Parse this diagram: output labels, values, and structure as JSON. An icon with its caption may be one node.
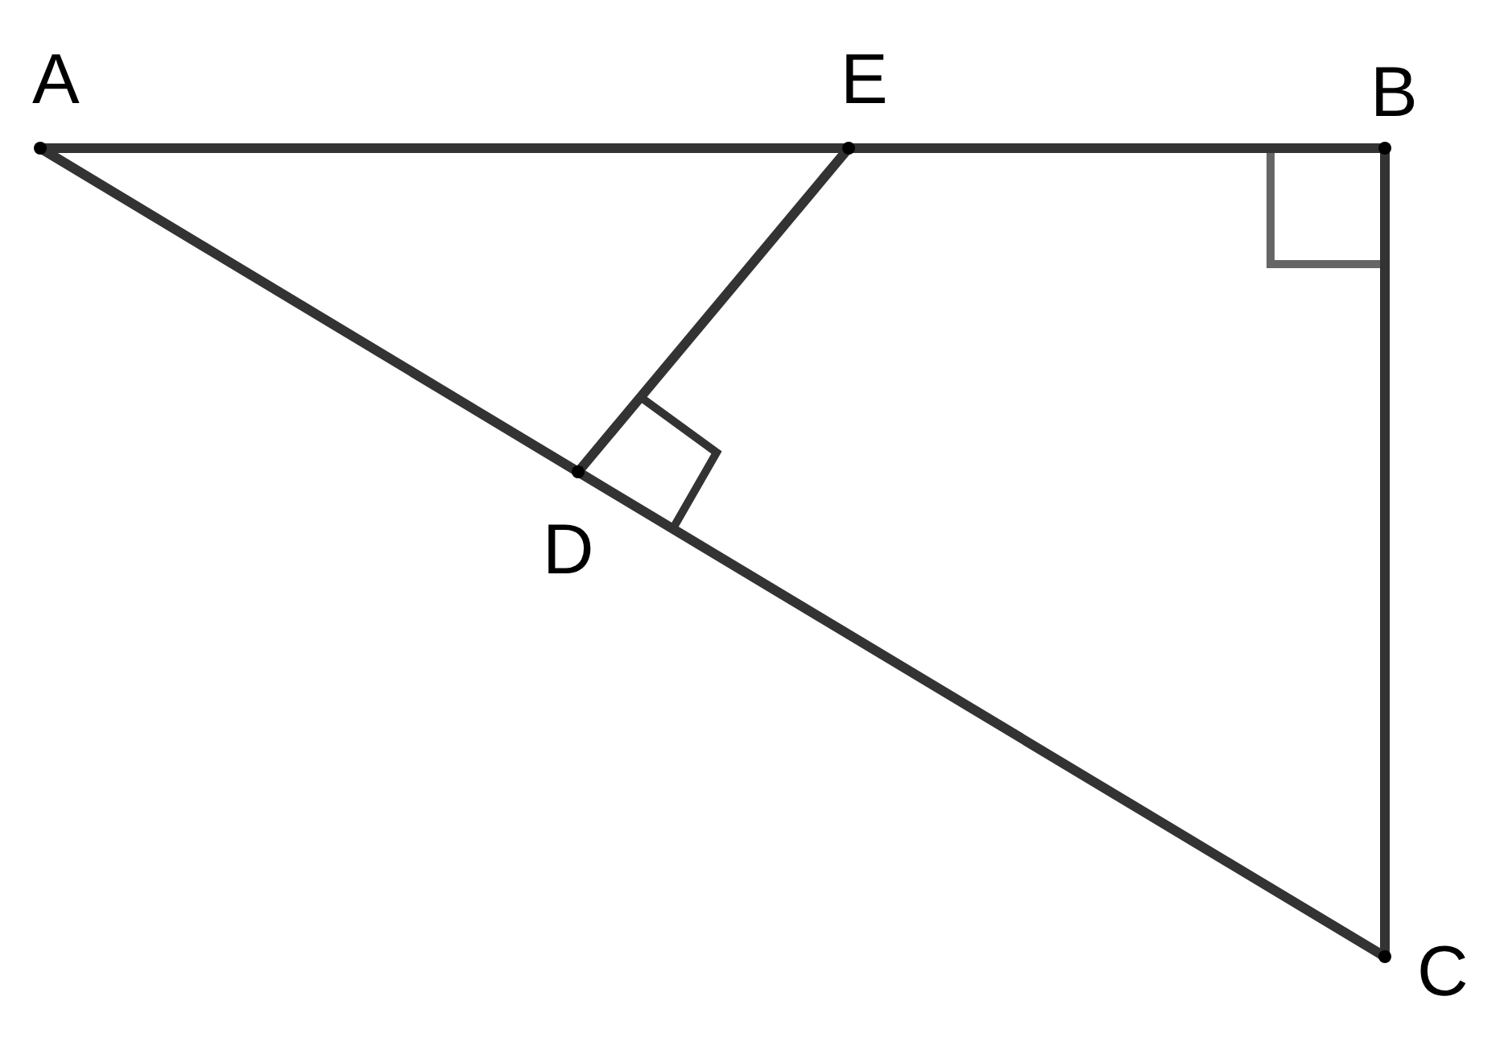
{
  "diagram": {
    "nodes": [
      {
        "text": [
          "A"
        ]
      },
      {
        "text": [
          "E"
        ]
      },
      {
        "text": [
          "B"
        ]
      },
      {
        "text": [
          "D"
        ]
      },
      {
        "text": [
          "C"
        ]
      }
    ],
    "edges": [
      {
        "from": 0,
        "to": 1,
        "arrow": "none"
      },
      {
        "from": 1,
        "to": 2,
        "arrow": "none"
      },
      {
        "from": 2,
        "to": 4,
        "arrow": "none"
      },
      {
        "from": 0,
        "to": 3,
        "arrow": "none"
      },
      {
        "from": 3,
        "to": 4,
        "arrow": "none"
      },
      {
        "from": 1,
        "to": 3,
        "arrow": "none"
      }
    ]
  }
}
